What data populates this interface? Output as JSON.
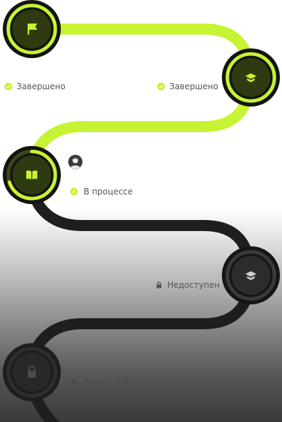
{
  "roadmap": {
    "steps": [
      {
        "id": "step-1",
        "icon": "flag-icon",
        "state": "completed",
        "status_label": "Завершено"
      },
      {
        "id": "step-2",
        "icon": "graduation-cap-icon",
        "state": "completed",
        "status_label": "Завершено"
      },
      {
        "id": "step-3",
        "icon": "open-book-icon",
        "state": "in-progress",
        "status_label": "В процессе",
        "progress": 0.7
      },
      {
        "id": "step-4",
        "icon": "graduation-cap-icon",
        "state": "locked",
        "status_label": "Недоступен"
      },
      {
        "id": "step-5",
        "icon": "lock-icon",
        "state": "locked",
        "status_label": "Недоступен"
      }
    ],
    "user": {
      "avatar_icon": "user-avatar-icon"
    }
  },
  "colors": {
    "accent": "#C6F432",
    "locked_track": "#1E1E1E",
    "node_fill_active": "#2F3A10",
    "node_fill_locked": "#2C2C2C",
    "status_text": "#555555"
  }
}
